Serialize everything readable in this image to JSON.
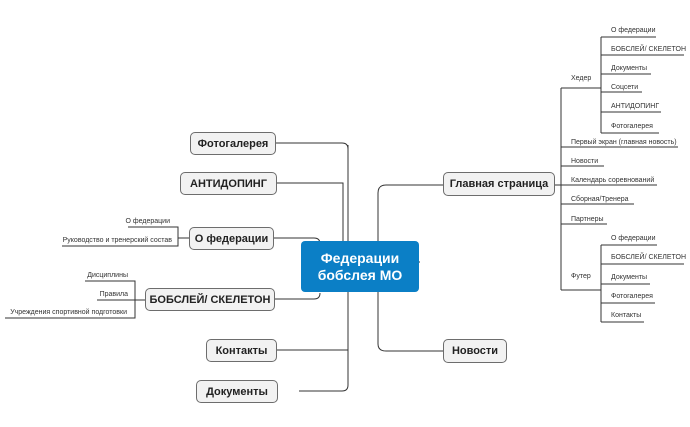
{
  "central": {
    "line1": "Федерации",
    "line2": "бобслея МО"
  },
  "left_branches": {
    "photogallery": "Фотогалерея",
    "antidoping": "АНТИДОПИНГ",
    "federation": "О федерации",
    "bobsleigh": "БОБСЛЕЙ/ СКЕЛЕТОН",
    "contacts": "Контакты",
    "documents": "Документы"
  },
  "federation_children": [
    "О федерации",
    "Руководство и тренерский состав"
  ],
  "bobsleigh_children": [
    "Дисциплины",
    "Правила",
    "Учреждения спортивной подготовки"
  ],
  "right_branches": {
    "main": "Главная страница",
    "news": "Новости"
  },
  "main_children": {
    "header": "Хедер",
    "header_items": [
      "О федерации",
      "БОБСЛЕЙ/ СКЕЛЕТОН",
      "Документы",
      "Соцсети",
      "АНТИДОПИНГ",
      "Фотогалерея"
    ],
    "middle_items": [
      "Первый экран (главная новость)",
      "Новости",
      "Календарь соревнований",
      "Сборная/Тренера",
      "Партнеры"
    ],
    "footer": "Футер",
    "footer_items": [
      "О федерации",
      "БОБСЛЕЙ/ СКЕЛЕТОН",
      "Документы",
      "Фотогалерея",
      "Контакты"
    ]
  },
  "colors": {
    "center": "#0b7fc6",
    "node_fill": "#f2f2f2",
    "line": "#333333"
  }
}
